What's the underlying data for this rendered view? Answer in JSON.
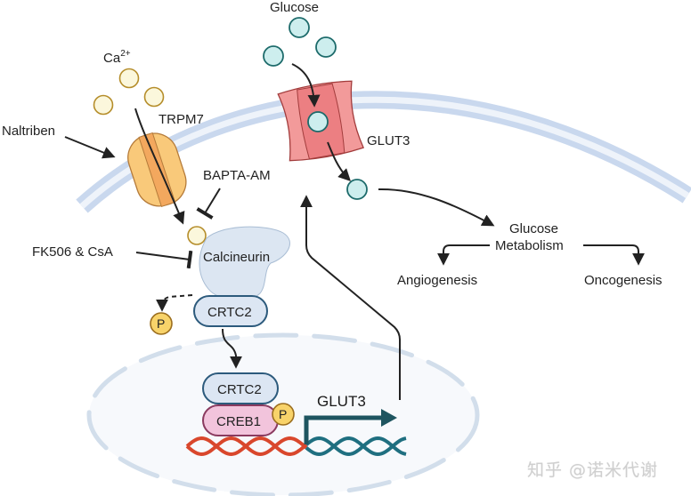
{
  "labels": {
    "glucose_top": "Glucose",
    "calcium": "Ca",
    "calcium_charge": "2+",
    "naltriben": "Naltriben",
    "trpm7": "TRPM7",
    "glut3_transporter": "GLUT3",
    "bapta_am": "BAPTA-AM",
    "fk506_csa": "FK506 & CsA",
    "calcineurin": "Calcineurin",
    "crtc2_cyto": "CRTC2",
    "phospho": "P",
    "crtc2_nuc": "CRTC2",
    "creb1": "CREB1",
    "phospho_nuc": "P",
    "glut3_gene": "GLUT3",
    "glucose_metabolism_1": "Glucose",
    "glucose_metabolism_2": "Metabolism",
    "angiogenesis": "Angiogenesis",
    "oncogenesis": "Oncogenesis"
  },
  "watermark": "知乎 @诺米代谢",
  "colors": {
    "membrane": "#c9d8ee",
    "trpm7": "#f9c97a",
    "glut3": "#f29a9a",
    "glucose": "#cdeeee",
    "calcium": "#fbf7dc",
    "calcineurin": "#dce6f2",
    "crtc2": "#dce6f3",
    "creb1": "#f2c4dc",
    "phospho": "#f8d36a",
    "dna_red": "#d9472c",
    "dna_teal": "#1f6f80",
    "gene_arrow": "#1e5560"
  }
}
